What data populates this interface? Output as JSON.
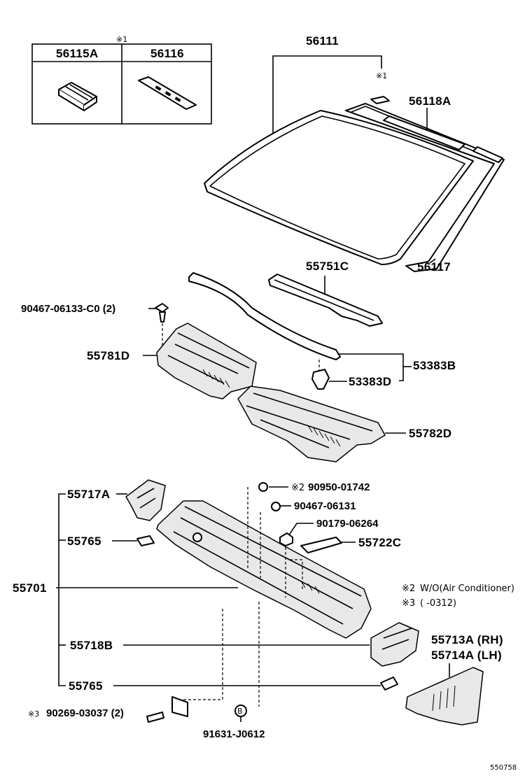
{
  "inset": {
    "mark": "※1",
    "col1": "56115A",
    "col2": "56116"
  },
  "parts": {
    "p56111": "56111",
    "mark_56111": "※1",
    "p56118A": "56118A",
    "p56117": "56117",
    "p55751C": "55751C",
    "p90467_06133": "90467-06133-C0 (2)",
    "p55781D": "55781D",
    "p53383B": "53383B",
    "p53383D": "53383D",
    "p55782D": "55782D",
    "p55717A": "55717A",
    "p90950": "90950-01742",
    "mark_90950": "※2",
    "p90467_06131": "90467-06131",
    "p90179": "90179-06264",
    "p55765a": "55765",
    "p55722C": "55722C",
    "p55701": "55701",
    "p55718B": "55718B",
    "p55713A": "55713A (RH)",
    "p55714A": "55714A (LH)",
    "p55765b": "55765",
    "p90269": "90269-03037 (2)",
    "mark_90269": "※3",
    "p91631": "91631-J0612",
    "circle_mark": "B"
  },
  "notes": {
    "n2_mark": "※2",
    "n2_text": "W/O(Air Conditioner)",
    "n3_mark": "※3",
    "n3_text": "(          -0312)"
  },
  "footer": {
    "code": "550758"
  }
}
